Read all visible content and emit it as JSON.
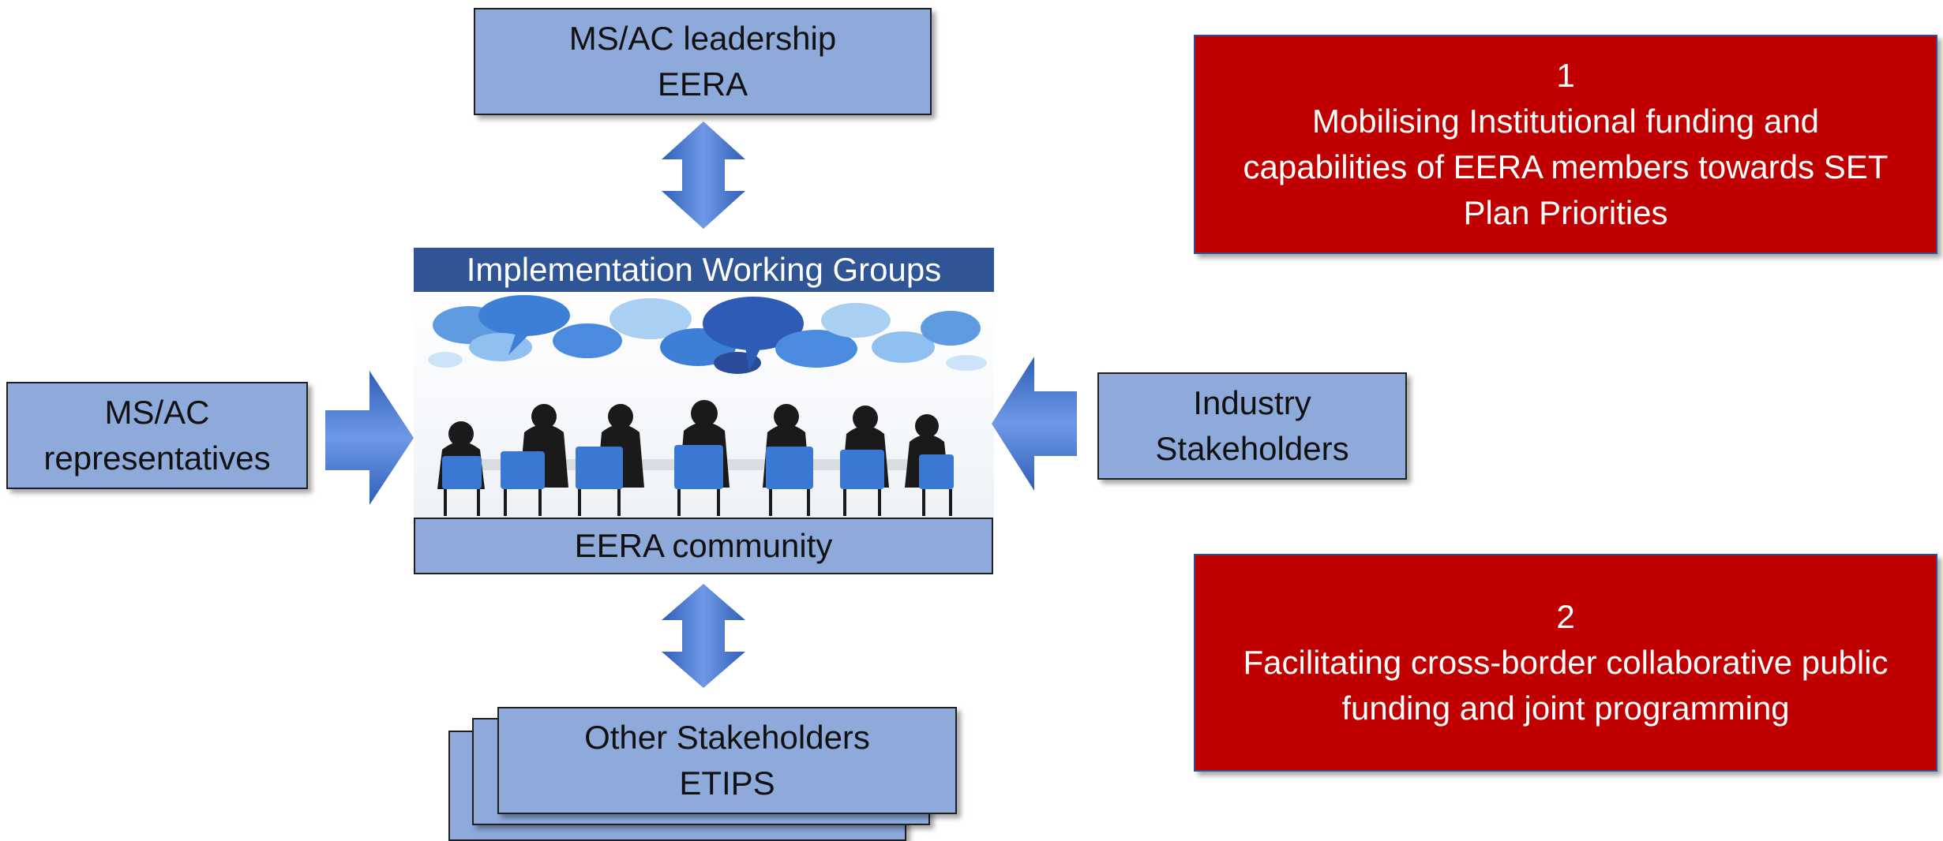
{
  "diagram": {
    "top_box": {
      "line1": "MS/AC leadership",
      "line2": "EERA"
    },
    "left_box": {
      "line1": "MS/AC",
      "line2": "representatives"
    },
    "right_box": {
      "line1": "Industry",
      "line2": "Stakeholders"
    },
    "bottom_box": {
      "line1": "Other Stakeholders",
      "line2": "ETIPS"
    },
    "center": {
      "header": "Implementation Working Groups",
      "footer": "EERA community"
    },
    "objective_1": {
      "number": "1",
      "line1": "Mobilising Institutional funding and",
      "line2": "capabilities of EERA members towards SET",
      "line3": "Plan Priorities"
    },
    "objective_2": {
      "number": "2",
      "line1": "Facilitating cross-border collaborative public",
      "line2": "funding and joint programming"
    },
    "colors": {
      "box_fill": "#8eaadb",
      "header_fill": "#2f5597",
      "arrow_blue": "#4472c4",
      "objective_fill": "#c00000"
    }
  }
}
